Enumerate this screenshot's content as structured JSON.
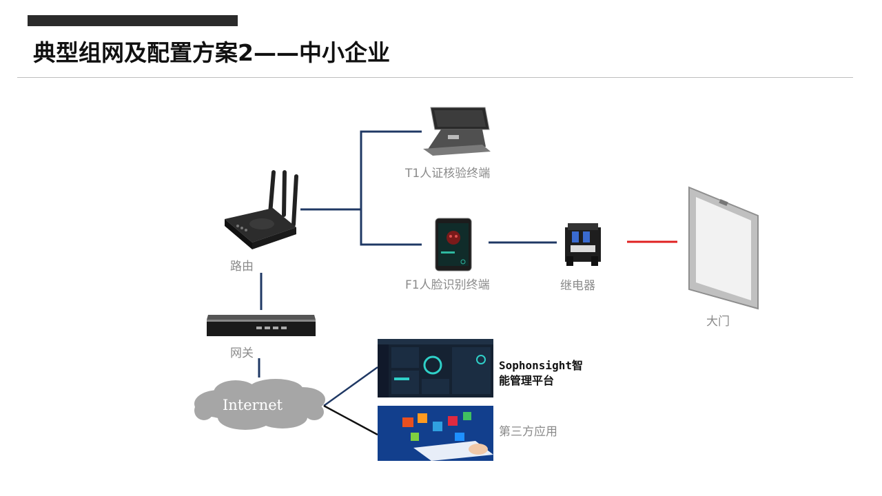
{
  "page": {
    "title": "典型组网及配置方案2——中小企业"
  },
  "nodes": {
    "t1_terminal": "T1人证核验终端",
    "f1_terminal": "F1人脸识别终端",
    "router": "路由",
    "gateway": "网关",
    "internet": "Internet",
    "relay": "继电器",
    "door": "大门",
    "platform_line1": "Sophonsight智",
    "platform_line2": "能管理平台",
    "third_party": "第三方应用"
  },
  "colors": {
    "link_line": "#1f3864",
    "door_signal": "#e02020",
    "label_gray": "#8a8a8a"
  }
}
